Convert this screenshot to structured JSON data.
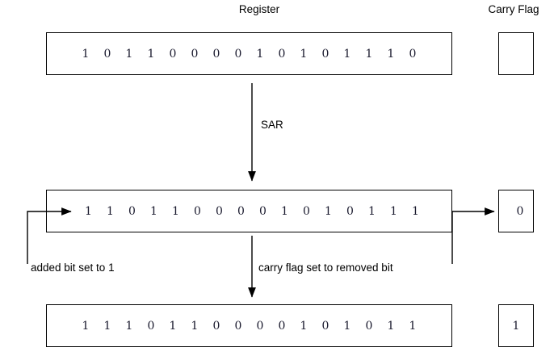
{
  "diagram": {
    "title_register": "Register",
    "title_carry_flag": "Carry Flag",
    "operation_label": "SAR",
    "annotations": {
      "added_bit": "added bit set to 1",
      "carry_flag": "carry flag set to removed bit"
    },
    "rows": [
      {
        "name": "initial",
        "register_bits": "1011000010101110",
        "carry_flag": ""
      },
      {
        "name": "after-shift",
        "register_bits": "1101100001010111",
        "carry_flag": "0"
      },
      {
        "name": "final",
        "register_bits": "1110110000101011",
        "carry_flag": "1"
      }
    ],
    "colors": {
      "stroke": "#000000",
      "text": "#000000",
      "bit_text": "#1a1a2e",
      "background": "#ffffff"
    }
  }
}
